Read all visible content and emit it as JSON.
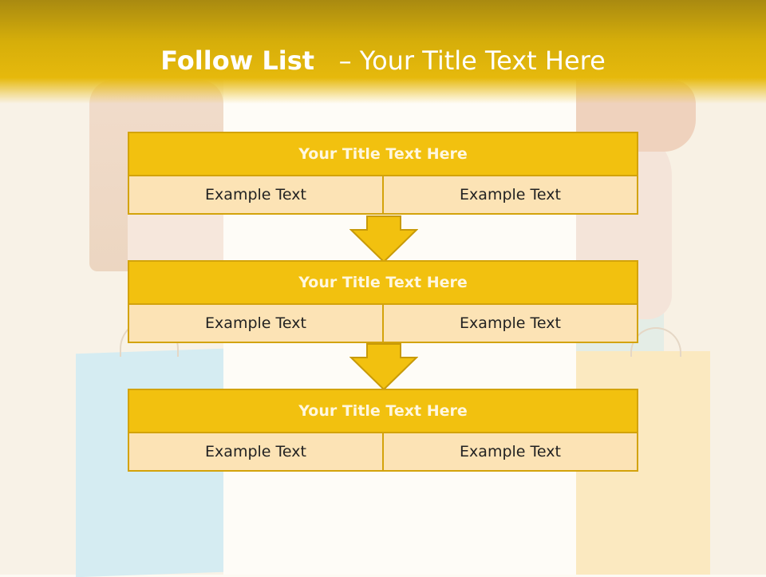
{
  "slide": {
    "title_bold": "Follow List",
    "title_rest": "– Your Title Text Here"
  },
  "blocks": [
    {
      "title": "Your Title Text Here",
      "left": "Example Text",
      "right": "Example Text"
    },
    {
      "title": "Your Title Text Here",
      "left": "Example Text",
      "right": "Example Text"
    },
    {
      "title": "Your Title Text Here",
      "left": "Example Text",
      "right": "Example Text"
    }
  ],
  "colors": {
    "header": "#e6b90c",
    "box_title": "#f2c10f",
    "box_body": "#fce3b5",
    "border": "#d3a30b"
  },
  "icons": [
    "arrow-down-icon"
  ]
}
